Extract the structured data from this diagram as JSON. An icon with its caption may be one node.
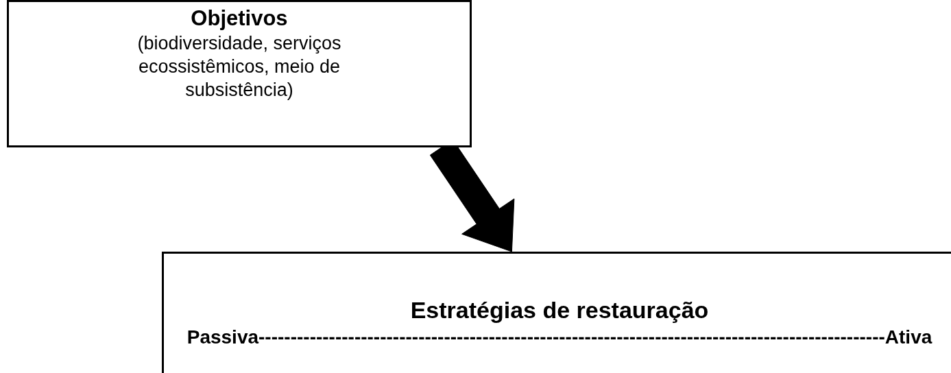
{
  "diagram": {
    "nodes": [
      {
        "text": [
          "Objetivos",
          "(biodiversidade, serviços ecossistêmicos, meio de subsistência)"
        ]
      },
      {
        "text": [
          "Estratégias de restauração",
          "Passiva--------------------------------------------------------------------------------------------------Ativa"
        ]
      }
    ],
    "edges": [
      {
        "from": 0,
        "to": 1,
        "arrow": "to",
        "style": "thick"
      }
    ]
  }
}
